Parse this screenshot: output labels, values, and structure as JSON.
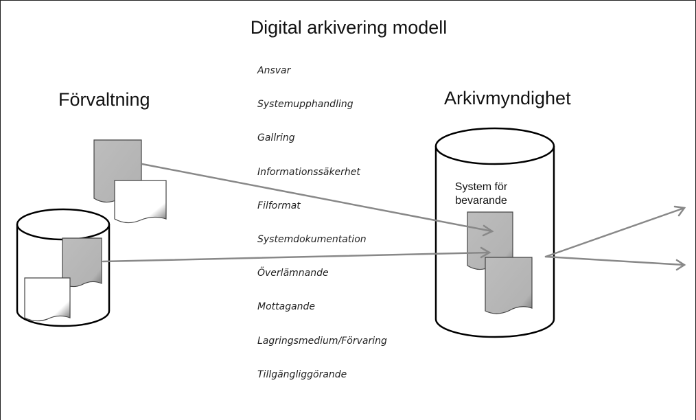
{
  "title": "Digital arkivering modell",
  "left_heading": "Förvaltning",
  "right_heading": "Arkivmyndighet",
  "container_label_line1": "System för",
  "container_label_line2": "bevarande",
  "topics": [
    "Ansvar",
    "Systemupphandling",
    "Gallring",
    "Informationssäkerhet",
    "Filformat",
    "Systemdokumentation",
    "Överlämnande",
    "Mottagande",
    "Lagringsmedium/Förvaring",
    "Tillgängliggörande"
  ],
  "colors": {
    "document_gray": "#b8b8b8",
    "document_white": "#ffffff",
    "arrow": "#888888",
    "outline": "#000000"
  }
}
